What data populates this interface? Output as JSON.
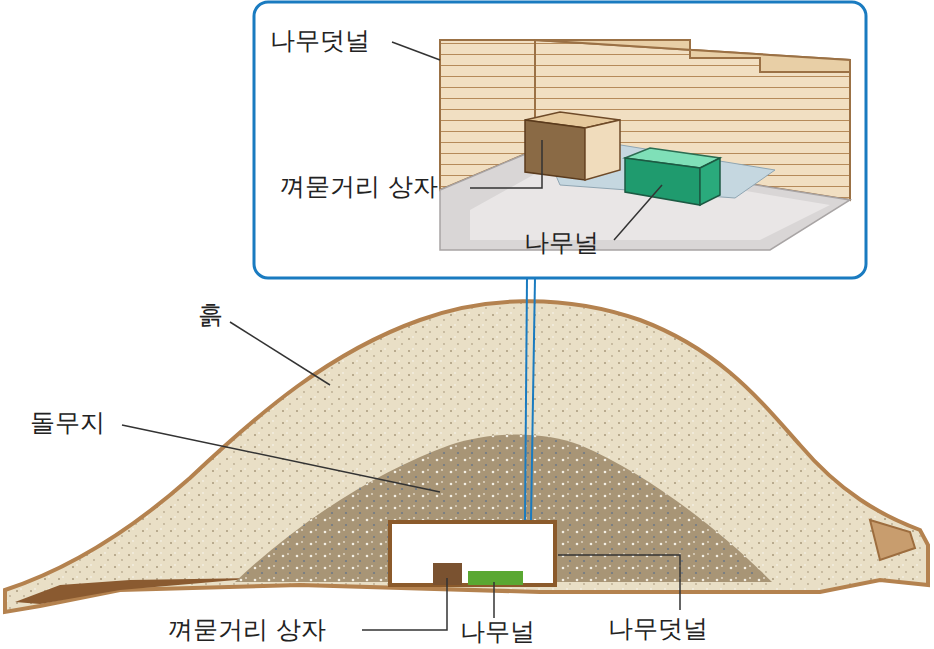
{
  "diagram": {
    "labels": [
      "나무덧널",
      "껴묻거리 상자",
      "나무널",
      "흙",
      "돌무지",
      "껴묻거리 상자",
      "나무널",
      "나무덧널"
    ]
  }
}
